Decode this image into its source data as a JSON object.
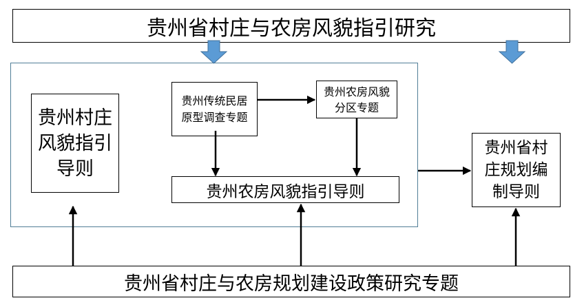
{
  "nodes": {
    "top_banner": "贵州省村庄与农房风貌指引研究",
    "guide_village": "贵州村庄风貌指引导则",
    "survey_topic": "贵州传统民居原型调查专题",
    "zoning_topic": "贵州农房风貌分区专题",
    "house_guide": "贵州农房风貌指引导则",
    "plan_guide": "贵州省村庄规划编制导则",
    "bottom_banner": "贵州省村庄与农房规划建设政策研究专题"
  },
  "colors": {
    "block_arrow": "#5b9bd5",
    "frame": "#4f7d96",
    "line": "#000000"
  }
}
